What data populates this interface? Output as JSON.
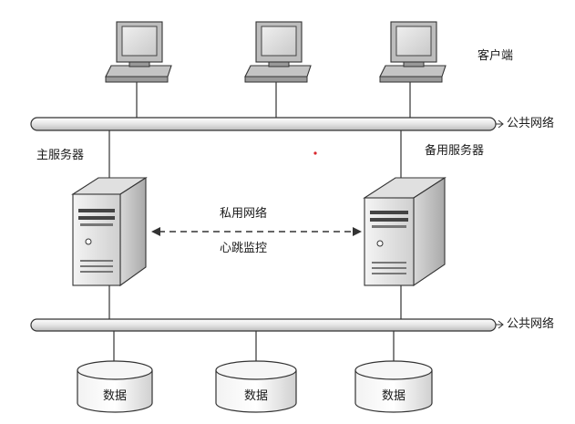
{
  "labels": {
    "clients": "客户端",
    "public_network_top": "公共网络",
    "public_network_bottom": "公共网络",
    "primary_server": "主服务器",
    "backup_server": "备用服务器",
    "private_network": "私用网络",
    "heartbeat": "心跳监控"
  },
  "databases": [
    {
      "label": "数据"
    },
    {
      "label": "数据"
    },
    {
      "label": "数据"
    }
  ],
  "colors": {
    "line": "#333333",
    "bus_fill": "#e6e6e6",
    "device_gray": "#b8b8b8",
    "marker_red": "#d9262c"
  }
}
